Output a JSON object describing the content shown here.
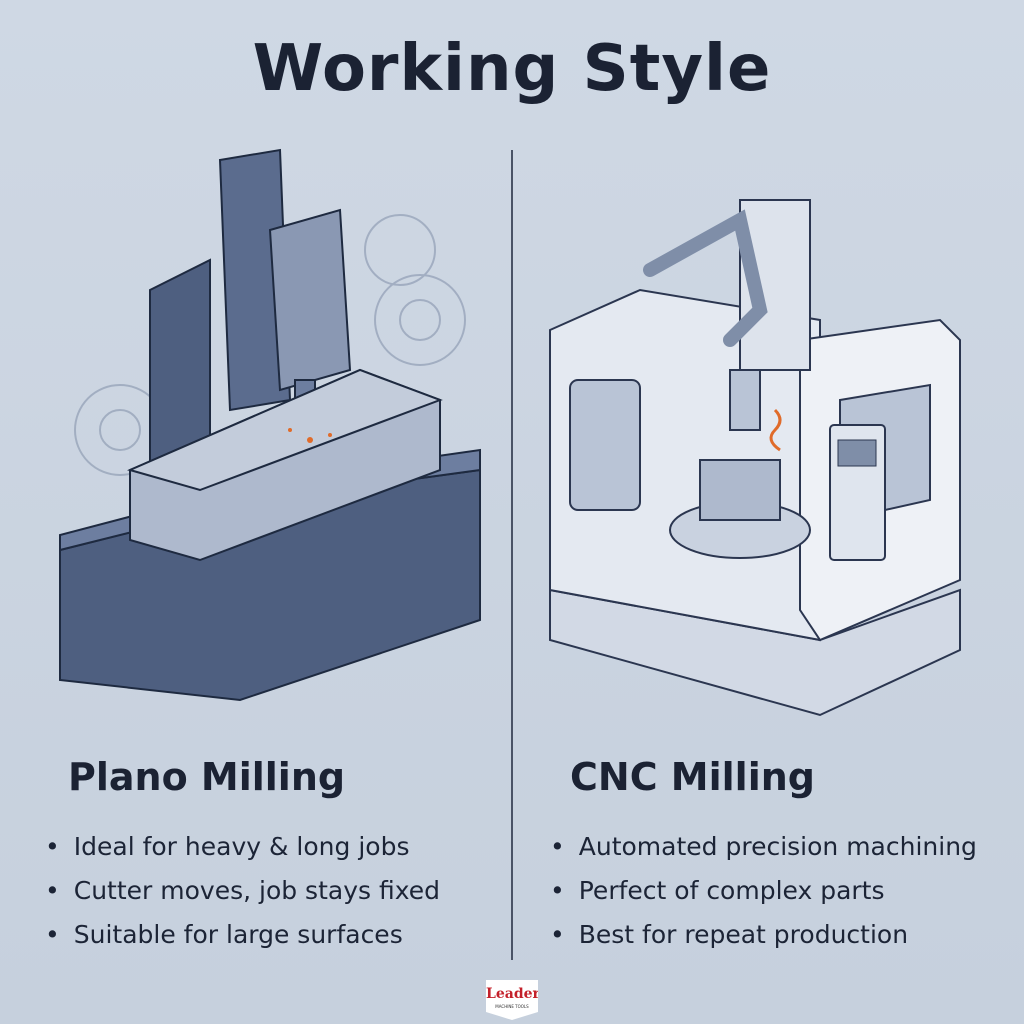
{
  "title": "Working Style",
  "left": {
    "heading": "Plano Milling",
    "bullets": [
      "Ideal for heavy & long jobs",
      "Cutter moves, job stays fixed",
      "Suitable for large surfaces"
    ]
  },
  "right": {
    "heading": "CNC Milling",
    "bullets": [
      "Automated precision machining",
      "Perfect of complex parts",
      "Best for repeat production"
    ]
  },
  "logo": {
    "name": "Leader",
    "tagline": "MACHINE TOOLS"
  },
  "colors": {
    "background": "#c9d3e0",
    "text": "#1b2233",
    "machine_dark": "#4e5f80",
    "machine_light": "#e4e9f1",
    "logo_red": "#c4202a"
  }
}
